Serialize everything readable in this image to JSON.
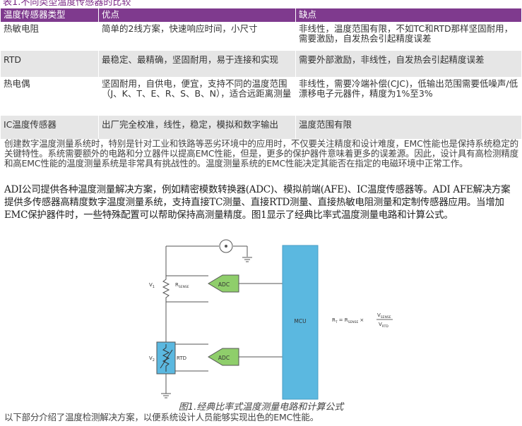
{
  "table": {
    "caption": "表1.不同类型温度传感器的比较",
    "headers": [
      "温度传感器类型",
      "优点",
      "缺点"
    ],
    "rows": [
      {
        "type": "热敏电阻",
        "pros": "简单的2线方案，快速响应时间，小尺寸",
        "cons": "非线性，温度范围有限，不如TC和RTD那样坚固耐用，需要激励，自发热会引起精度误差"
      },
      {
        "type": "RTD",
        "pros": "最稳定、最精确，坚固耐用，易于连接和实现",
        "cons": "需要外部激励，非线性，自发热会引起精度误差"
      },
      {
        "type": "热电偶",
        "pros": "坚固耐用，自供电，便宜，支持不同的温度范围（J、K、T、E、R、S、B、N），适合远距离测量",
        "cons": "非线性，需要冷端补偿(CJC)，低输出范围需要低噪声/低漂移电子元器件，精度为1%至3%"
      },
      {
        "type": "IC温度传感器",
        "pros": "出厂完全校准，线性，稳定，模拟和数字输出",
        "cons": "温度范围有限"
      }
    ]
  },
  "paragraphs": {
    "p1": "创建数字温度测量系统时，特别是针对工业和铁路等恶劣环境中的应用时，不仅要关注精度和设计难度，EMC性能也是保持系统稳定的关键特性。系统需要额外的电路和分立器件以提高EMC性能，但是，更多的保护器件意味着更多的误差源。因此，设计具有高检测精度和高EMC性能的温度测量系统是非常具有挑战性的。温度测量系统的EMC性能决定其能否在指定的电磁环境中正常工作。",
    "p2": "ADI公司提供各种温度测量解决方案，例如精密模数转换器(ADC)、模拟前端(AFE)、IC温度传感器等。ADI AFE解决方案提供多传感器高精度数字温度测量系统，支持直接TC测量、直接RTD测量、直接热敏电阻测量和定制传感器应用。当增加EMC保护器件时，一些特殊配置可以帮助保持高测量精度。图1显示了经典比率式温度测量电路和计算公式。",
    "p3": "以下部分介绍了温度检测解决方案，以便系统设计人员能够实现出色的EMC性能。"
  },
  "figure": {
    "caption": "图1.经典比率式温度测量电路和计算公式",
    "v1": "V",
    "v1_sub": "1",
    "v2": "V",
    "v2_sub": "2",
    "rsense": "R",
    "rsense_sub": "SENSE",
    "rtd_label": "RTD",
    "adc1": "ADC",
    "adc2": "ADC",
    "mcu": "MCU",
    "formula_lhs": "R",
    "formula_lhs_sub": "T",
    "formula_eq": "= R",
    "formula_rsense_sub": "SENSE",
    "formula_times": "×",
    "formula_num": "V",
    "formula_num_sub": "SENSE",
    "formula_den": "V",
    "formula_den_sub": "RTD"
  },
  "colors": {
    "header_bg": "#7f3a8e",
    "caption": "#7b2a86",
    "adc_fill": "#8fce6b",
    "mcu_fill": "#5bb8e0",
    "wire": "#555555"
  }
}
